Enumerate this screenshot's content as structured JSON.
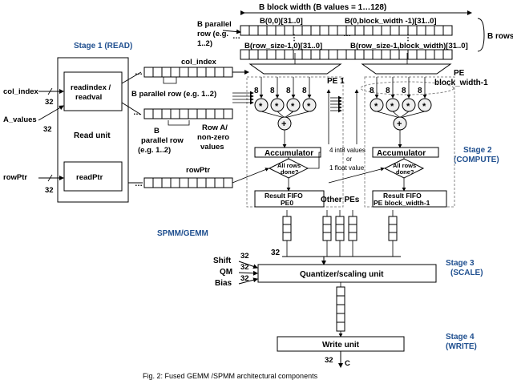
{
  "header": {
    "b_block_width": "B block width (B values = 1…128)",
    "b00": "B(0,0)[31..0]",
    "b0bw": "B(0,block_width -1)[31..0]",
    "brs0": "B(row_size-1,0)[31..0]",
    "brsbw": "B(row_size-1,block_width)[31..0]",
    "b_rows": "B rows",
    "b_parallel_row_top_1": "B parallel",
    "b_parallel_row_top_2": "row (e.g.",
    "b_parallel_row_top_3": "1..2)"
  },
  "stages": {
    "stage1": "Stage 1 (READ)",
    "stage2_a": "Stage 2",
    "stage2_b": "(COMPUTE)",
    "stage3_a": "Stage 3",
    "stage3_b": "(SCALE)",
    "stage4_a": "Stage 4",
    "stage4_b": "(WRITE)"
  },
  "read_unit": {
    "readindex_1": "readindex /",
    "readindex_2": "readval",
    "label": "Read unit",
    "readptr": "readPtr"
  },
  "inputs": {
    "col_index": "col_index",
    "a_values": "A_values",
    "rowptr": "rowPtr",
    "w32": "32"
  },
  "middle": {
    "col_index": "col_index",
    "b_parallel_row": "B parallel row (e.g. 1..2)",
    "b_par_1": "B",
    "b_par_2": "parallel row",
    "b_par_3": "(e.g. 1..2)",
    "row_a_1": "Row A/",
    "row_a_2": "non-zero",
    "row_a_3": "values",
    "rowptr": "rowPtr"
  },
  "pe": {
    "pe1": "PE 1",
    "pe_last_1": "PE",
    "pe_last_2": "block_width-1",
    "eight": "8",
    "mult": "*",
    "plus": "+",
    "accumulator": "Accumulator",
    "all_rows_1": "All rows",
    "all_rows_2": "done?",
    "fifo0_1": "Result FIFO",
    "fifo0_2": "PE0",
    "fifo1_1": "Result FIFO",
    "fifo1_2": "PE block_width-1",
    "other_pes": "Other PEs",
    "note_1": "4 int8 values",
    "note_2": "or",
    "note_3": "1 float value"
  },
  "scale": {
    "spmm": "SPMM/GEMM",
    "shift": "Shift",
    "qm": "QM",
    "bias": "Bias",
    "w32": "32",
    "quantizer": "Quantizer/scaling unit"
  },
  "write": {
    "write_unit": "Write unit",
    "w32": "32",
    "c": "C"
  },
  "caption": "Fig. 2: Fused GEMM /SPMM architectural components"
}
